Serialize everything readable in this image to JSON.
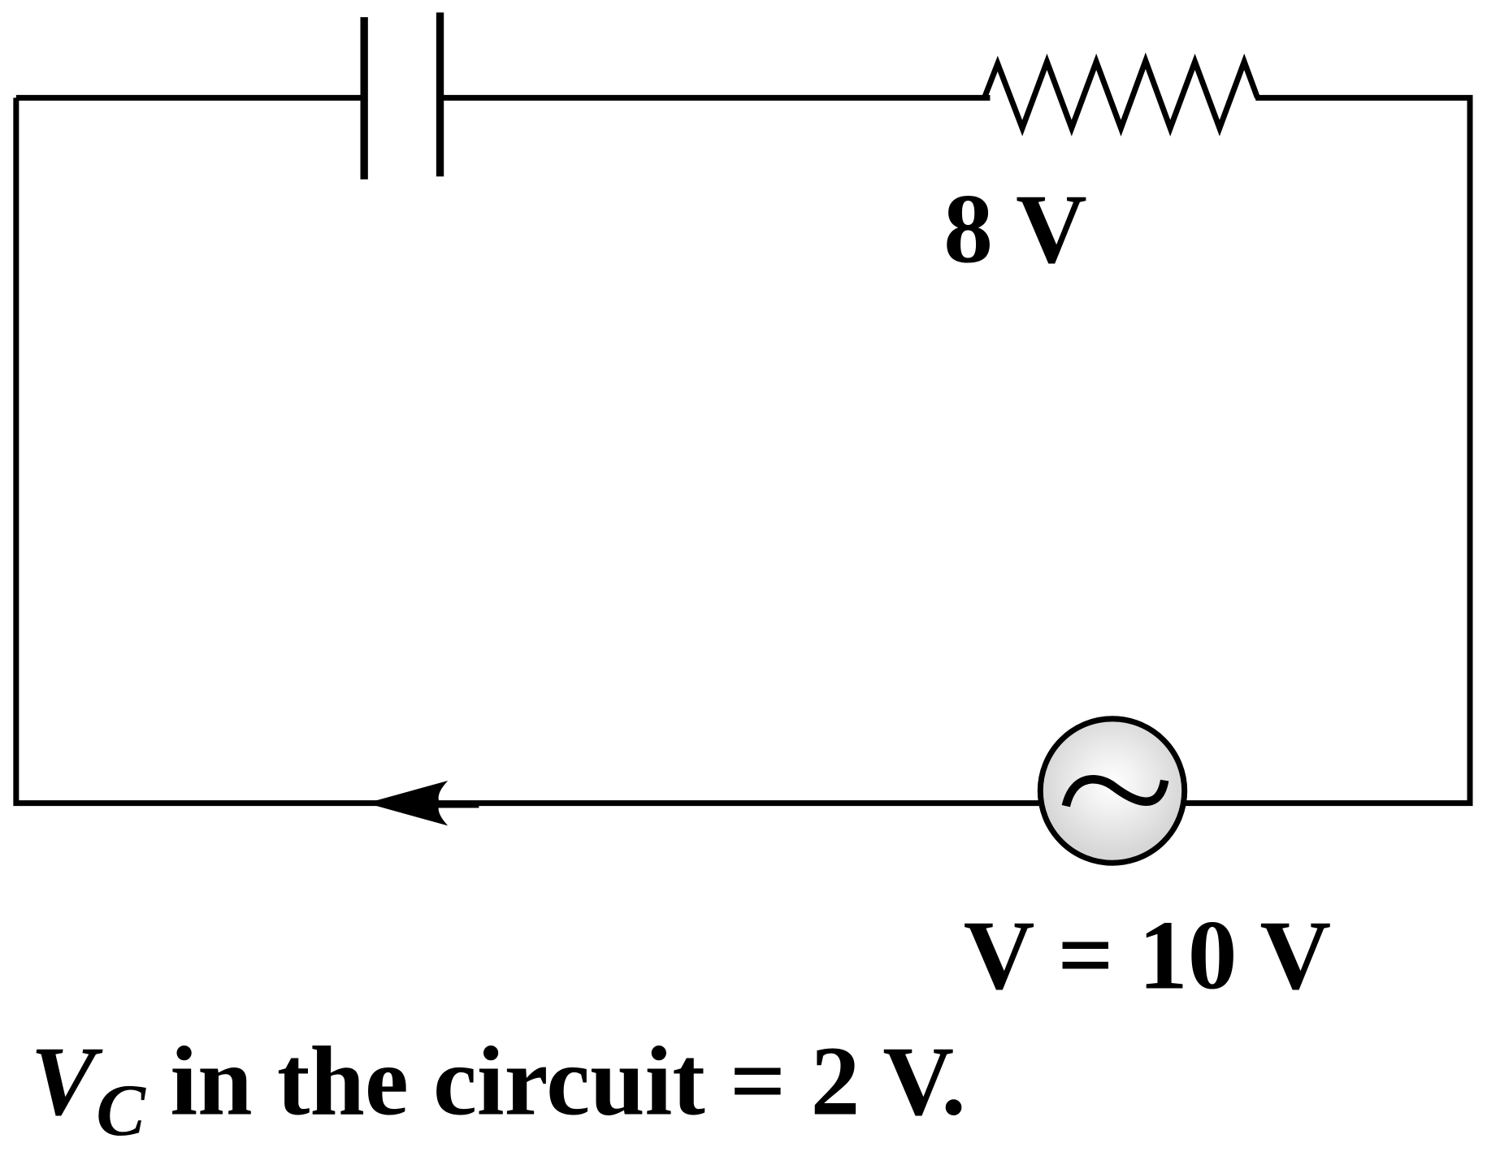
{
  "resistor_label": "8 V",
  "source_label": "V = 10 V",
  "caption": {
    "symbol": "V",
    "subscript": "C",
    "text": " in the circuit = 2 V."
  },
  "colors": {
    "wire": "#000000",
    "source_fill": "#d9d9d9"
  }
}
